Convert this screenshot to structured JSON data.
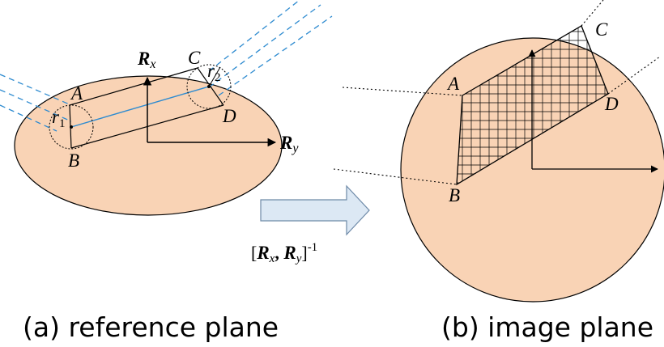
{
  "colors": {
    "fill": "#f9d3b5",
    "stroke": "#000000",
    "beam": "#2e8bd0",
    "arrow_fill": "#dce8f4",
    "arrow_stroke": "#6e8aa8"
  },
  "reference": {
    "axis_x_label": "R",
    "axis_x_sub": "x",
    "axis_y_label": "R",
    "axis_y_sub": "y",
    "corner_a": "A",
    "corner_b": "B",
    "corner_c": "C",
    "corner_d": "D",
    "radius1": "r",
    "radius1_sub": "1",
    "radius2": "r",
    "radius2_sub": "2",
    "caption": "(a) reference plane"
  },
  "transform": {
    "open": "[",
    "r1": "R",
    "r1_sub": "x",
    "comma": ",",
    "r2": "R",
    "r2_sub": "y",
    "close": "]",
    "exponent": "-1"
  },
  "image": {
    "corner_a": "A",
    "corner_b": "B",
    "corner_c": "C",
    "corner_d": "D",
    "caption": "(b) image plane"
  }
}
